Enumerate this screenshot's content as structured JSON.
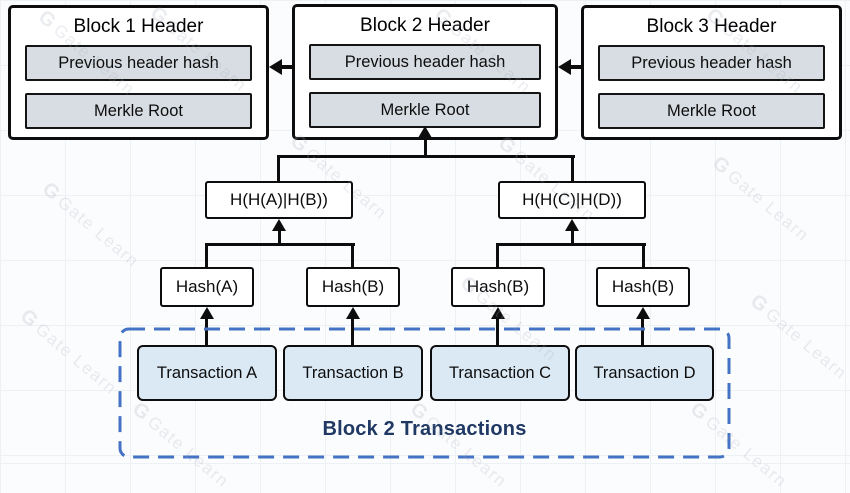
{
  "blocks": [
    {
      "title": "Block 1 Header",
      "prev_label": "Previous header hash",
      "merkle_label": "Merkle Root"
    },
    {
      "title": "Block 2 Header",
      "prev_label": "Previous header hash",
      "merkle_label": "Merkle Root"
    },
    {
      "title": "Block 3 Header",
      "prev_label": "Previous header hash",
      "merkle_label": "Merkle Root"
    }
  ],
  "merkle_tree": {
    "parents": [
      {
        "label": "H(H(A)|H(B))"
      },
      {
        "label": "H(H(C)|H(D))"
      }
    ],
    "leaves": [
      {
        "label": "Hash(A)"
      },
      {
        "label": "Hash(B)"
      },
      {
        "label": "Hash(B)"
      },
      {
        "label": "Hash(B)"
      }
    ]
  },
  "transactions": [
    {
      "label": "Transaction A"
    },
    {
      "label": "Transaction B"
    },
    {
      "label": "Transaction C"
    },
    {
      "label": "Transaction D"
    }
  ],
  "container": {
    "label": "Block 2 Transactions"
  },
  "watermark": {
    "logo": "G",
    "text": "Gate Learn"
  },
  "colors": {
    "accent_blue": "#4472C4",
    "label_navy": "#1F3864",
    "header_box_fill": "#D8DDE3",
    "transaction_fill": "#DBE9F5",
    "line_black": "#0D0D0D"
  }
}
